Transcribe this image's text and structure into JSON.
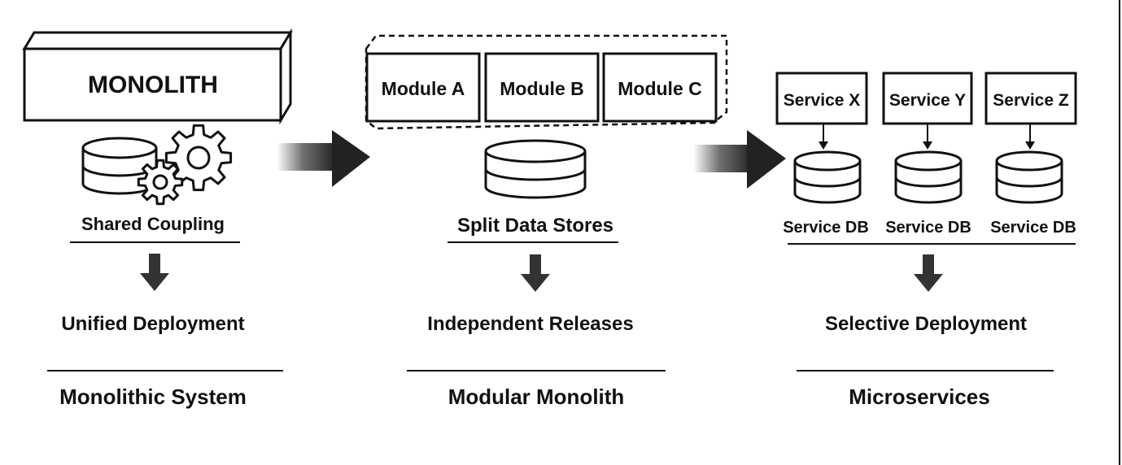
{
  "monolith": {
    "box_label": "MONOLITH",
    "icons": [
      "database-icon",
      "gear-icon"
    ],
    "caption": "Shared Coupling",
    "result": "Unified Deployment",
    "title": "Monolithic System"
  },
  "modular": {
    "modules": [
      "Module A",
      "Module B",
      "Module C"
    ],
    "icons": [
      "database-icon"
    ],
    "caption": "Split Data Stores",
    "result": "Independent Releases",
    "title": "Modular Monolith"
  },
  "microservices": {
    "services": [
      {
        "name": "Service X",
        "db_label": "Service DB"
      },
      {
        "name": "Service Y",
        "db_label": "Service DB"
      },
      {
        "name": "Service Z",
        "db_label": "Service DB"
      }
    ],
    "icons": [
      "database-icon"
    ],
    "result": "Selective Deployment",
    "title": "Microservices"
  },
  "colors": {
    "ink": "#111111",
    "arrow_fill": "#333333",
    "background": "#ffffff"
  }
}
